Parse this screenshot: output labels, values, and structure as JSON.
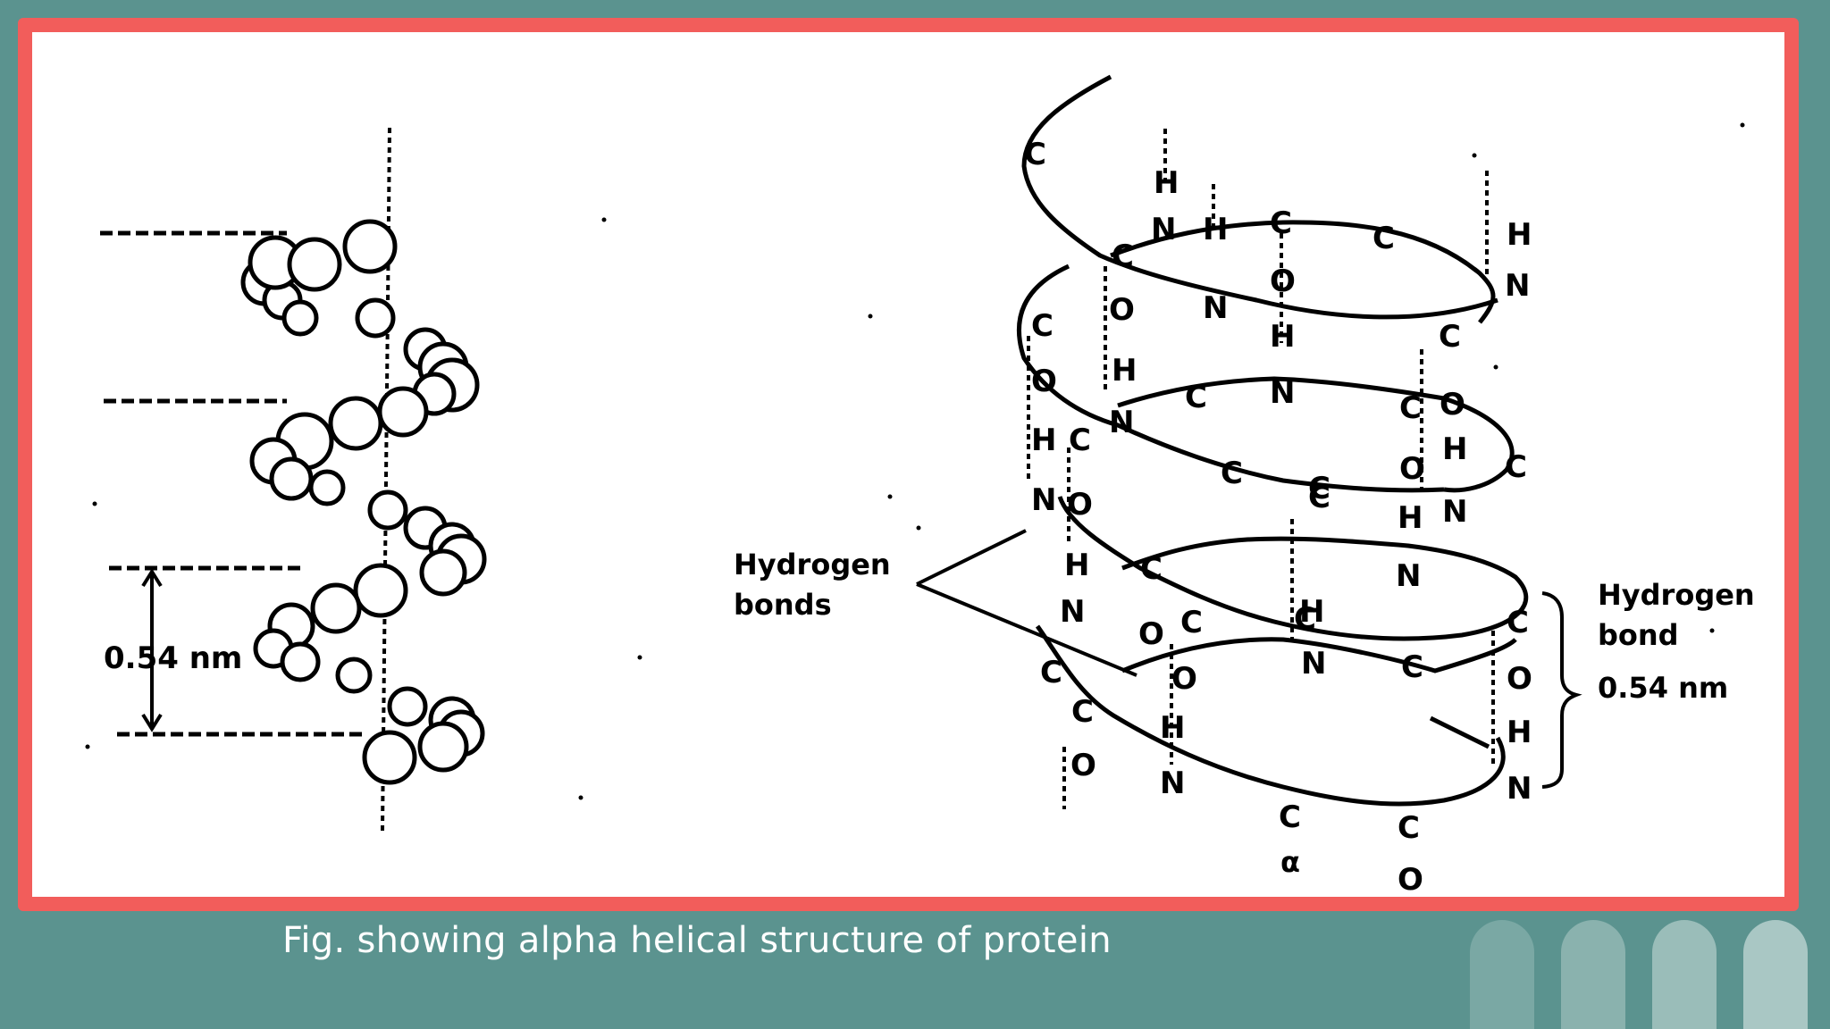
{
  "figure": {
    "left_scale_label": "0.54 nm",
    "hbonds_label_line1": "Hydrogen",
    "hbonds_label_line2": "bonds",
    "hbond_label_line1": "Hydrogen",
    "hbond_label_line2": "bond",
    "right_scale_label": "0.54 nm",
    "alpha_label": "α",
    "atoms": {
      "carbon": "C",
      "oxygen": "O",
      "nitrogen": "N",
      "hydrogen": "H"
    }
  },
  "caption": "Fig. showing alpha helical structure of protein",
  "colors": {
    "background": "#5b938f",
    "frame_border": "#f25d5b",
    "panel": "#ffffff",
    "caption_text": "#ffffff"
  }
}
